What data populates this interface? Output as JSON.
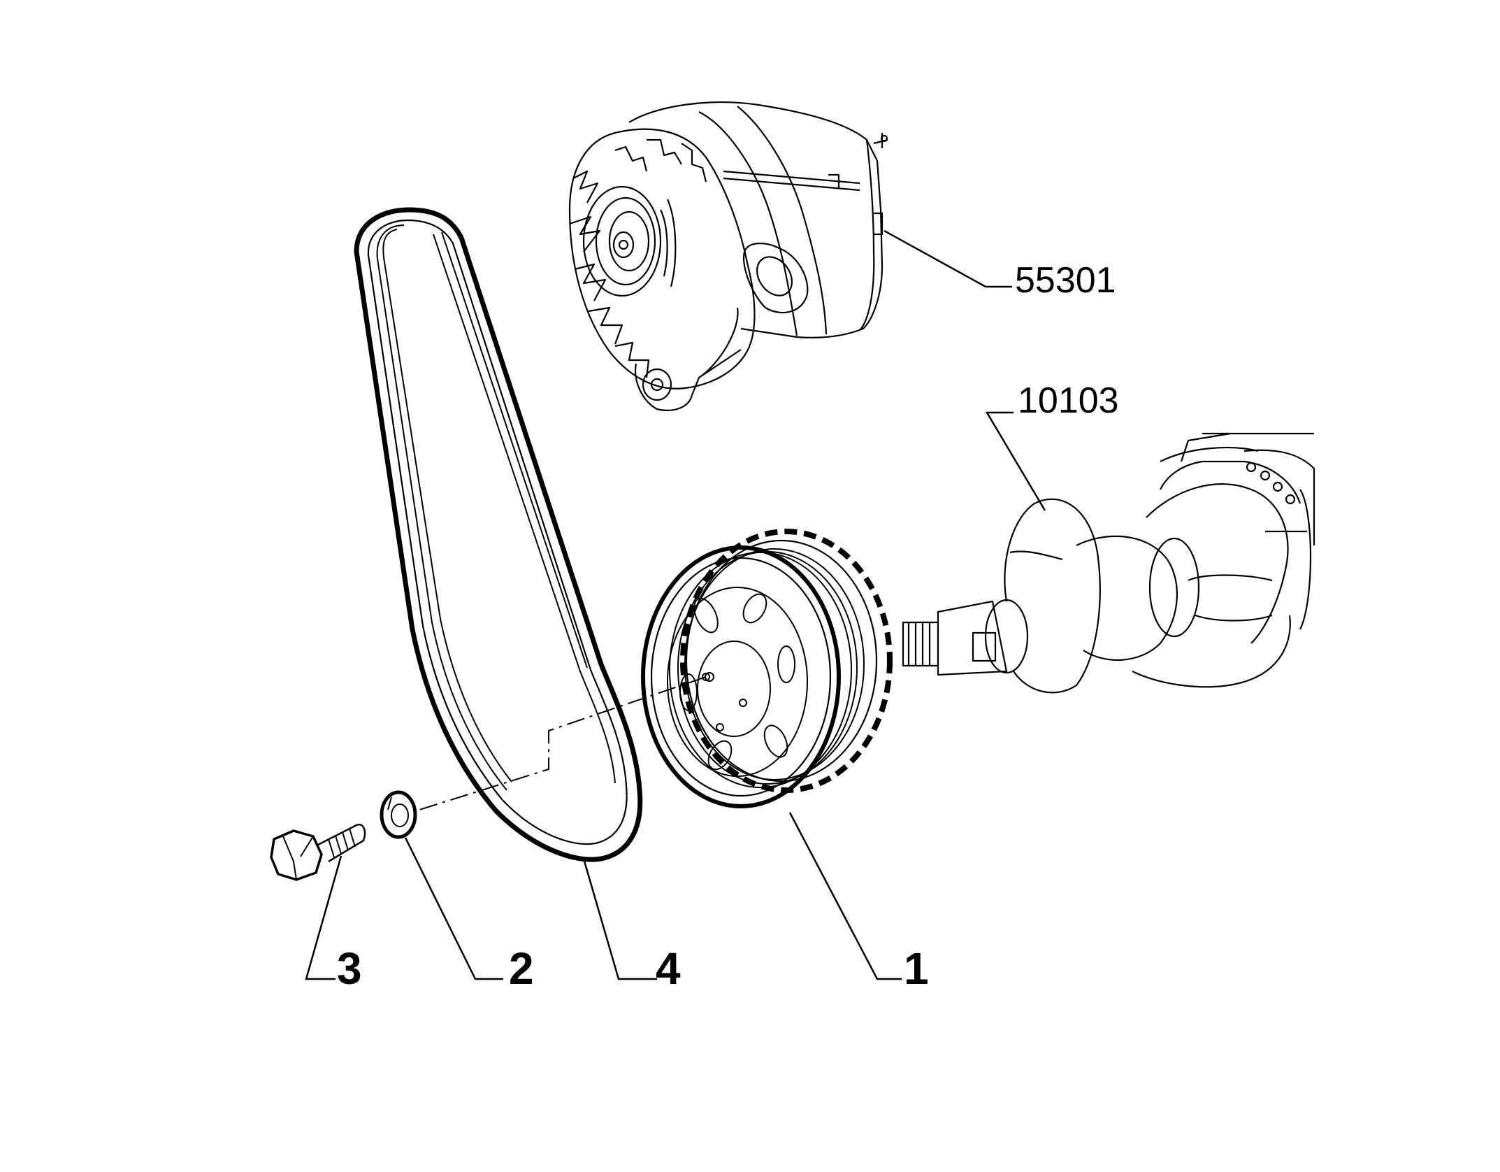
{
  "diagram": {
    "background": "#ffffff",
    "line_color": "#000000",
    "labels": {
      "alternator_ref": "55301",
      "crankshaft_ref": "10103",
      "pulley_ref": "1",
      "washer_ref": "2",
      "bolt_ref": "3",
      "belt_ref": "4"
    }
  }
}
